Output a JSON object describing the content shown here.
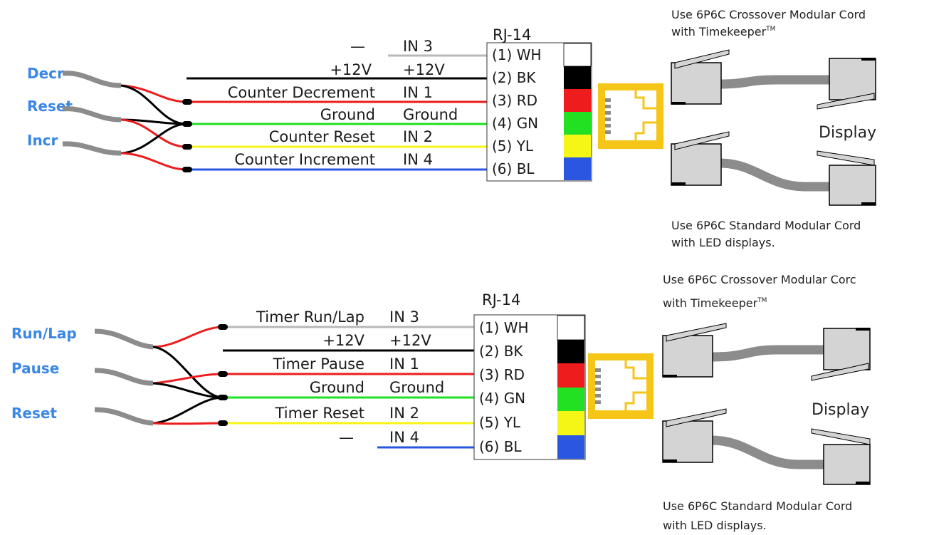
{
  "top_text": "",
  "colors": {
    "white": "#ffffff",
    "black": "#000000",
    "red": "#ee1c1c",
    "green": "#22e022",
    "yellow": "#f5f516",
    "blue": "#2a56e0",
    "gray_wire": "#b8b8b8",
    "cable": "#8c8c8c",
    "jack": "#f5c518",
    "accent": "#3b87e8"
  },
  "counter": {
    "switches": [
      "Decr",
      "Reset",
      "Incr"
    ],
    "rj_label": "RJ-14",
    "rows": [
      {
        "fn": "—",
        "input": "IN 3",
        "pin": "(1) WH",
        "color": "white"
      },
      {
        "fn": "+12V",
        "input": "+12V",
        "pin": "(2) BK",
        "color": "black"
      },
      {
        "fn": "Counter Decrement",
        "input": "IN 1",
        "pin": "(3) RD",
        "color": "red"
      },
      {
        "fn": "Ground",
        "input": "Ground",
        "pin": "(4) GN",
        "color": "green"
      },
      {
        "fn": "Counter Reset",
        "input": "IN 2",
        "pin": "(5) YL",
        "color": "yellow"
      },
      {
        "fn": "Counter Increment",
        "input": "IN 4",
        "pin": "(6) BL",
        "color": "blue"
      }
    ],
    "note_crossover": [
      "Use 6P6C Crossover Modular Cord",
      "with Timekeeper",
      "TM"
    ],
    "display_label": "Display",
    "note_standard": [
      "Use 6P6C Standard Modular Cord",
      "with LED displays."
    ]
  },
  "timer": {
    "switches": [
      "Run/Lap",
      "Pause",
      "Reset"
    ],
    "rj_label": "RJ-14",
    "rows": [
      {
        "fn": "Timer Run/Lap",
        "input": "IN 3",
        "pin": "(1) WH",
        "color": "white"
      },
      {
        "fn": "+12V",
        "input": "+12V",
        "pin": "(2) BK",
        "color": "black"
      },
      {
        "fn": "Timer Pause",
        "input": "IN 1",
        "pin": "(3) RD",
        "color": "red"
      },
      {
        "fn": "Ground",
        "input": "Ground",
        "pin": "(4) GN",
        "color": "green"
      },
      {
        "fn": "Timer Reset",
        "input": "IN 2",
        "pin": "(5) YL",
        "color": "yellow"
      },
      {
        "fn": "—",
        "input": "IN 4",
        "pin": "(6) BL",
        "color": "blue"
      }
    ],
    "note_crossover": [
      "Use 6P6C Crossover Modular Corc",
      "with Timekeeper",
      "TM"
    ],
    "display_label": "Display",
    "note_standard": [
      "Use 6P6C Standard Modular Cord",
      "with LED displays."
    ]
  }
}
